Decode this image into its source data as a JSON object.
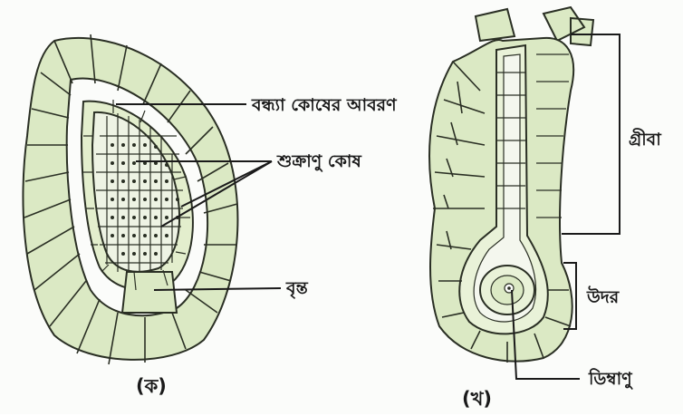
{
  "figure_a": {
    "caption": "(ক)",
    "labels": {
      "sterile_jacket": "বন্ধ্যা কোষের আবরণ",
      "sperm_cells": "শুক্রাণু কোষ",
      "stalk": "বৃন্ত"
    }
  },
  "figure_b": {
    "caption": "(খ)",
    "labels": {
      "neck": "গ্রীবা",
      "venter": "উদর",
      "egg": "ডিম্বাণু"
    }
  },
  "colors": {
    "cell_fill": "#dbe9c4",
    "cell_fill_light": "#e9f2d8",
    "outline": "#2a2f24",
    "background": "#fbfcfa"
  }
}
